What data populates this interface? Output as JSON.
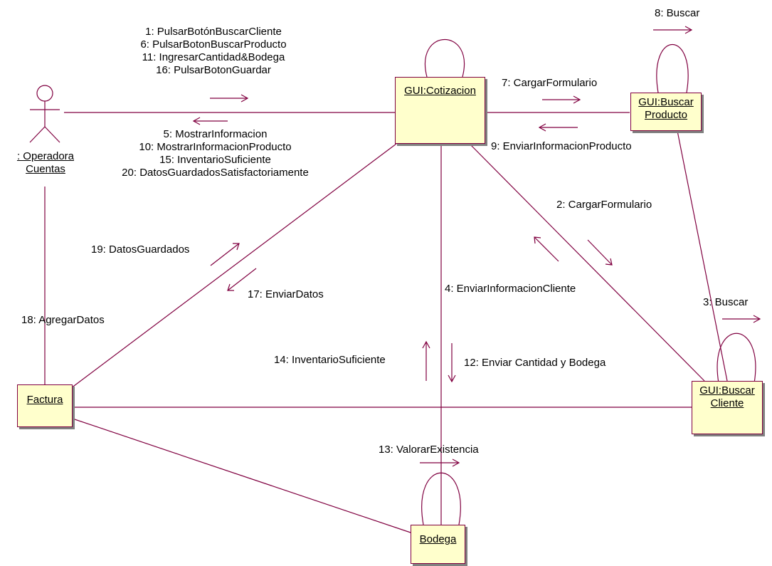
{
  "actor": {
    "line1": ": Operadora",
    "line2": "Cuentas"
  },
  "objects": {
    "cotizacion": {
      "line1": "GUI:Cotizacion"
    },
    "buscar_producto": {
      "line1": "GUI:Buscar",
      "line2": "Producto"
    },
    "buscar_cliente": {
      "line1": "GUI:Buscar",
      "line2": "Cliente"
    },
    "factura": {
      "line1": "Factura"
    },
    "bodega": {
      "line1": "Bodega"
    }
  },
  "messages": {
    "actor_to_cotizacion": [
      "1: PulsarBotónBuscarCliente",
      "6: PulsarBotonBuscarProducto",
      "11: IngresarCantidad&Bodega",
      "16: PulsarBotonGuardar"
    ],
    "cotizacion_to_actor": [
      "5: MostrarInformacion",
      "10: MostrarInformacionProducto",
      "15: InventarioSuficiente",
      "20: DatosGuardadosSatisfactoriamente"
    ],
    "buscar_self": "8: Buscar",
    "cargar_formulario_producto": "7: CargarFormulario",
    "enviar_info_producto": "9: EnviarInformacionProducto",
    "cargar_formulario_cliente": "2: CargarFormulario",
    "enviar_info_cliente": "4: EnviarInformacionCliente",
    "buscar_cliente_self": "3: Buscar",
    "datos_guardados": "19: DatosGuardados",
    "enviar_datos": "17: EnviarDatos",
    "agregar_datos": "18: AgregarDatos",
    "inventario_suficiente": "14: InventarioSuficiente",
    "enviar_cantidad_bodega": "12: Enviar Cantidad y Bodega",
    "valorar_existencia": "13: ValorarExistencia"
  },
  "colors": {
    "line": "#800040",
    "box_fill": "#ffffcc",
    "shadow": "#808080"
  }
}
